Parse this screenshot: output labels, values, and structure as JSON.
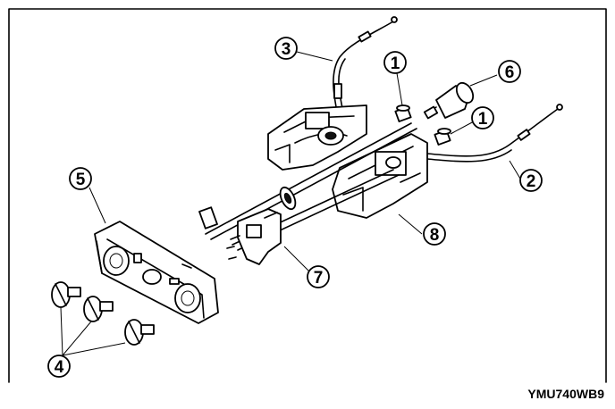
{
  "callouts": {
    "c1a": "1",
    "c1b": "1",
    "c2": "2",
    "c3": "3",
    "c4": "4",
    "c5": "5",
    "c6": "6",
    "c7": "7",
    "c8": "8"
  },
  "figure_code": "YMU740WB9"
}
